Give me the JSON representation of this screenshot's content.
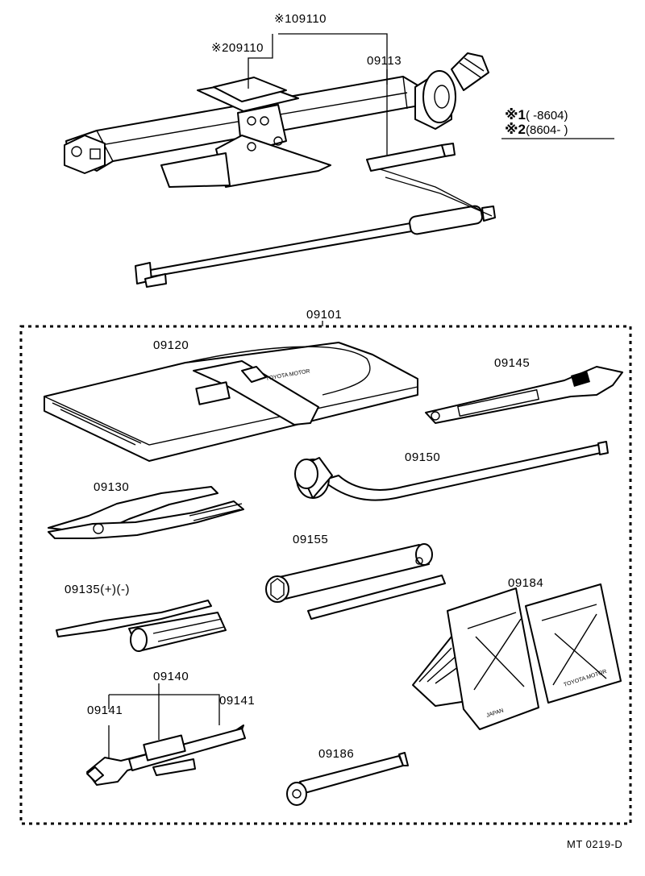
{
  "labels": {
    "jack_assy_1": "※109110",
    "jack_assy_2": "※209110",
    "jack_handle": "09113",
    "tool_set": "09101",
    "tool_bag": "09120",
    "wrench_adjustable": "09145",
    "lug_wrench": "09150",
    "pliers": "09130",
    "socket_wrench": "09155",
    "screwdriver": "09135(+)(-)",
    "wrench_set": "09140",
    "wrench_left": "09141",
    "wrench_right": "09141",
    "chock": "09184",
    "towing_eye": "09186"
  },
  "legend": {
    "row1_mark": "※1",
    "row1_range": "(       -8604)",
    "row2_mark": "※2",
    "row2_range": "(8604-          )"
  },
  "stamps": {
    "bag_text": "TOYOTA MOTOR",
    "chock_text": "TOYOTA MOTOR",
    "chock_country": "JAPAN"
  },
  "figure_code": "MT 0219-D",
  "icons": [
    "scissor-jack-icon",
    "jack-handle-icon",
    "tool-bag-icon",
    "adjustable-wrench-icon",
    "lug-wrench-icon",
    "pliers-icon",
    "socket-wrench-icon",
    "screwdriver-icon",
    "open-end-wrench-icon",
    "wheel-chock-icon",
    "towing-eye-icon"
  ]
}
